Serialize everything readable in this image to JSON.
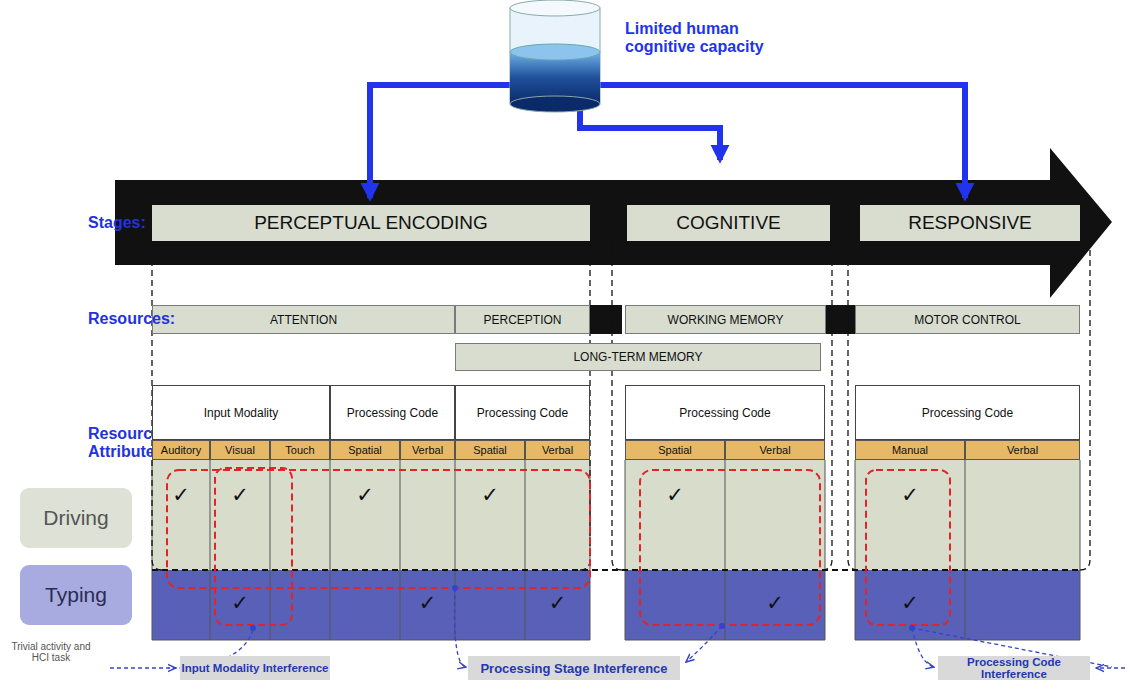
{
  "diagram": {
    "nodes": [
      {
        "text": [
          "PERCEPTUAL ENCODING"
        ]
      },
      {
        "text": [
          "COGNITIVE"
        ]
      },
      {
        "text": [
          "RESPONSIVE"
        ]
      },
      {
        "text": [
          "ATTENTION"
        ]
      },
      {
        "text": [
          "PERCEPTION"
        ]
      },
      {
        "text": [
          "WORKING MEMORY"
        ]
      },
      {
        "text": [
          "MOTOR CONTROL"
        ]
      },
      {
        "text": [
          "LONG-TERM MEMORY"
        ]
      },
      {
        "text": [
          "Driving"
        ]
      },
      {
        "text": [
          "Typing"
        ]
      },
      {
        "text": [
          "Input Modality Interference"
        ]
      },
      {
        "text": [
          "Processing Stage Interference"
        ]
      },
      {
        "text": [
          "Processing Code Interference"
        ]
      }
    ],
    "labels": [
      "Limited human cognitive capacity",
      "Stages:",
      "Resources:",
      "Resource Attributes:",
      "Input Modality",
      "Processing Code",
      "Processing Code",
      "Processing Code",
      "Processing Code",
      "Auditory",
      "Visual",
      "Touch",
      "Spatial",
      "Verbal",
      "Spatial",
      "Verbal",
      "Spatial",
      "Verbal",
      "Manual",
      "Verbal",
      "✓",
      "✓",
      "✓",
      "✓",
      "✓",
      "✓",
      "✓",
      "✓",
      "✓",
      "✓",
      "✓",
      "Trivial activity and HCI task"
    ]
  }
}
